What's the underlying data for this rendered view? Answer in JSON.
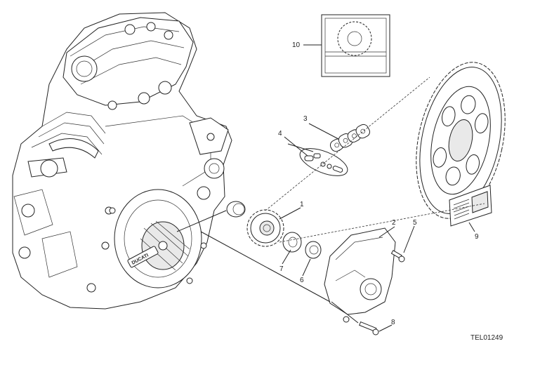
{
  "drawing_code": "TEL01249",
  "callouts": [
    "1",
    "2",
    "3",
    "4",
    "5",
    "6",
    "7",
    "8",
    "9",
    "10"
  ],
  "brand_mark": "DUCATI"
}
